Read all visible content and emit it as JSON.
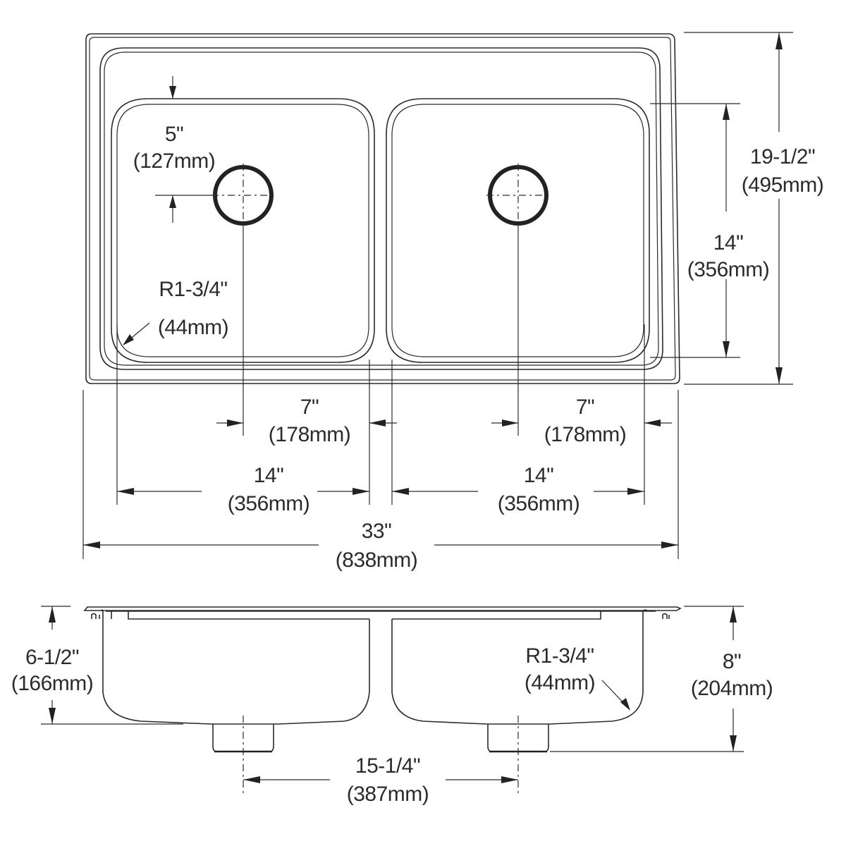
{
  "drawing": {
    "subject": "Double bowl drop-in sink",
    "views": [
      "top-view",
      "front-section-view"
    ],
    "line_color": "#2b2b2b",
    "background": "#ffffff"
  },
  "top_view": {
    "drain_offset_from_back": {
      "inches": "5\"",
      "mm": "(127mm)"
    },
    "overall_depth": {
      "inches": "19-1/2\"",
      "mm": "(495mm)"
    },
    "bowl_depth_front_to_back": {
      "inches": "14\"",
      "mm": "(356mm)"
    },
    "corner_radius": {
      "inches": "R1-3/4\"",
      "mm": "(44mm)"
    },
    "left_drain_to_bowl_edge": {
      "inches": "7\"",
      "mm": "(178mm)"
    },
    "right_drain_to_bowl_edge": {
      "inches": "7\"",
      "mm": "(178mm)"
    },
    "left_bowl_width": {
      "inches": "14\"",
      "mm": "(356mm)"
    },
    "right_bowl_width": {
      "inches": "14\"",
      "mm": "(356mm)"
    },
    "overall_width": {
      "inches": "33\"",
      "mm": "(838mm)"
    }
  },
  "section_view": {
    "bowl_depth": {
      "inches": "6-1/2\"",
      "mm": "(166mm)"
    },
    "overall_height": {
      "inches": "8\"",
      "mm": "(204mm)"
    },
    "bottom_corner_radius": {
      "inches": "R1-3/4\"",
      "mm": "(44mm)"
    },
    "drain_center_spacing": {
      "inches": "15-1/4\"",
      "mm": "(387mm)"
    }
  }
}
